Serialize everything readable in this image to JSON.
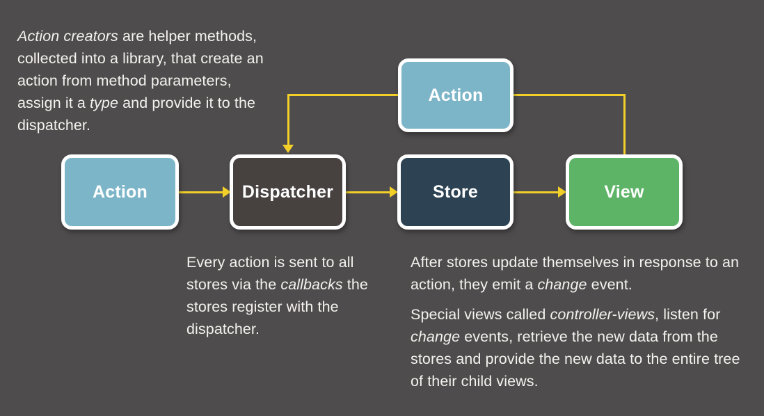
{
  "colors": {
    "bg": "#4f4c4d",
    "text": "#f4f1ee",
    "action_blue": "#7db5c8",
    "dispatcher_gray": "#474240",
    "store_slate": "#2d4353",
    "view_green": "#5db366",
    "line_yellow": "#f3d029"
  },
  "intro": {
    "segments": [
      {
        "t": "Action creators",
        "i": true
      },
      {
        "t": " are helper methods, collected into a library, that create an action from method parameters, assign it a ",
        "i": false
      },
      {
        "t": "type",
        "i": true
      },
      {
        "t": " and provide it to the dispatcher.",
        "i": false
      }
    ]
  },
  "diagram": {
    "boxes": {
      "action_top": {
        "label": "Action"
      },
      "action": {
        "label": "Action"
      },
      "dispatcher": {
        "label": "Dispatcher"
      },
      "store": {
        "label": "Store"
      },
      "view": {
        "label": "View"
      }
    },
    "flow": [
      "Action -> Dispatcher",
      "Dispatcher -> Store",
      "Store -> View",
      "View -> Action (top)",
      "Action (top) -> Dispatcher"
    ]
  },
  "captions": {
    "dispatcher": {
      "segments": [
        {
          "t": "Every action is sent to all stores via the ",
          "i": false
        },
        {
          "t": "callbacks",
          "i": true
        },
        {
          "t": " the stores register with the dispatcher.",
          "i": false
        }
      ]
    },
    "stores_views": {
      "paragraphs": [
        {
          "segments": [
            {
              "t": "After stores update themselves in response to an action, they emit a ",
              "i": false
            },
            {
              "t": "change",
              "i": true
            },
            {
              "t": " event.",
              "i": false
            }
          ]
        },
        {
          "segments": [
            {
              "t": "Special views called ",
              "i": false
            },
            {
              "t": "controller-views",
              "i": true
            },
            {
              "t": ", listen for ",
              "i": false
            },
            {
              "t": "change",
              "i": true
            },
            {
              "t": " events, retrieve the new data from the stores and provide the new data to the entire tree of their child views.",
              "i": false
            }
          ]
        }
      ]
    }
  }
}
